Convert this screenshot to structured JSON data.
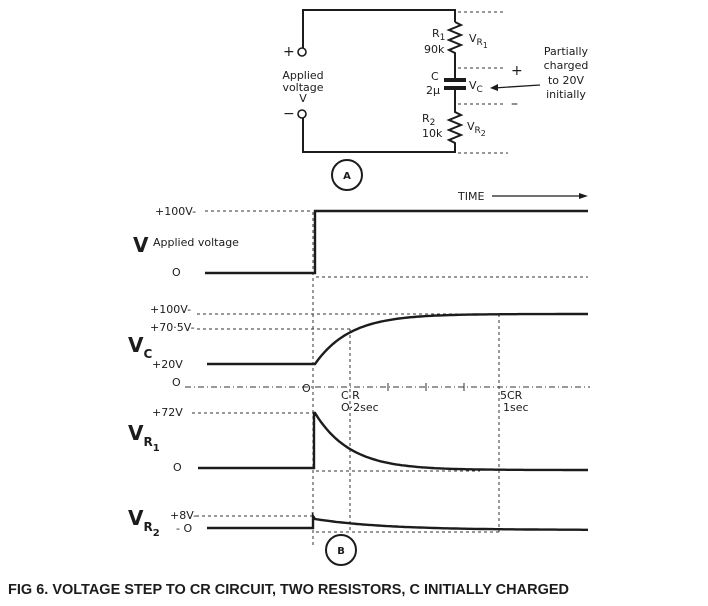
{
  "circuit": {
    "plus": "+",
    "minus": "−",
    "applied_voltage": [
      "Applied",
      "voltage",
      "V"
    ],
    "r1": {
      "name": "R",
      "sub": "1",
      "value": "90k"
    },
    "c": {
      "name": "C",
      "value": "2μ"
    },
    "r2": {
      "name": "R",
      "sub": "2",
      "value": "10k"
    },
    "vr1": {
      "name": "V",
      "sub": "R",
      "subsub": "1"
    },
    "vc": {
      "name": "V",
      "sub": "C"
    },
    "vr2": {
      "name": "V",
      "sub": "R",
      "subsub": "2"
    },
    "cap_plus": "+",
    "cap_minus": "–",
    "note": [
      "Partially",
      "charged",
      "to 20V",
      "initially"
    ],
    "label": "A"
  },
  "timing": {
    "time_label": "TIME",
    "v": {
      "name": "V",
      "desc": "Applied voltage",
      "top": "+100V-",
      "zero": "O"
    },
    "vc": {
      "name": "V",
      "sub": "C",
      "top": "+100V-",
      "mid": "+70·5V-",
      "start": "+20V",
      "zero": "O"
    },
    "t0": "O",
    "cr": {
      "label": "C R",
      "time": "O·2sec"
    },
    "five_cr": {
      "label": "5CR",
      "time": "1sec"
    },
    "vr1": {
      "name": "V",
      "sub": "R",
      "subsub": "1",
      "top": "+72V",
      "zero": "O"
    },
    "vr2": {
      "name": "V",
      "sub": "R",
      "subsub": "2",
      "top": "+8V-",
      "zero": "- O"
    },
    "label": "B",
    "values": {
      "applied_v": 100,
      "vc_initial": 20,
      "vc_at_cr": 70.5,
      "vr1_peak": 72,
      "vr2_peak": 8,
      "cr_sec": 0.2,
      "five_cr_sec": 1
    }
  },
  "caption": "FIG 6.  VOLTAGE STEP TO CR CIRCUIT, TWO RESISTORS, C INITIALLY CHARGED"
}
